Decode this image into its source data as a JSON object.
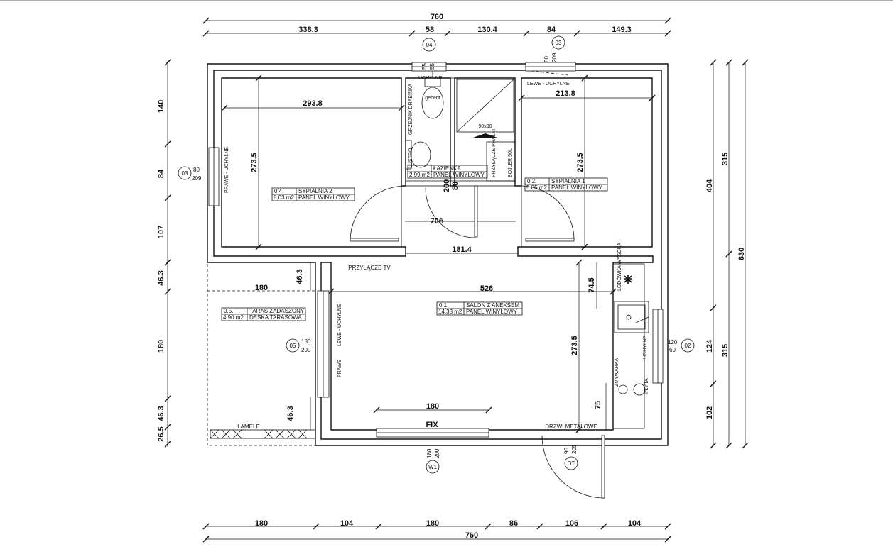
{
  "top_dims": {
    "total": "760",
    "segments": [
      "338.3",
      "58",
      "130.4",
      "84",
      "149.3"
    ]
  },
  "bottom_dims": {
    "total": "760",
    "segments": [
      "180",
      "104",
      "180",
      "86",
      "106",
      "104"
    ]
  },
  "left_dims": [
    "140",
    "84",
    "107",
    "46.3",
    "180",
    "46.3",
    "26.5"
  ],
  "right_dims": {
    "inner": [
      "404",
      "124",
      "102"
    ],
    "middle": [
      "315",
      "315"
    ],
    "outer": "630"
  },
  "rooms": [
    {
      "no": "0.4.",
      "name": "SYPIALNIA 2",
      "area": "8.03 m2",
      "floor": "PANEL WINYLOWY"
    },
    {
      "no": "",
      "name": "ŁAZIENKA",
      "area": "2.99 m2",
      "floor": "PANEL WINYLOWY"
    },
    {
      "no": "0.2.",
      "name": "SYPIALNIA 1",
      "area": "5.85 m2",
      "floor": "PANEL WINYLOWY"
    },
    {
      "no": "0.1.",
      "name": "SALON Z ANEKSEM",
      "area": "14.38 m2",
      "floor": "PANEL WINYLOWY"
    },
    {
      "no": "0.5.",
      "name": "TARAS ZADASZONY",
      "area": "4.90 m2",
      "floor": "DESKA TARASOWA"
    }
  ],
  "interior_dims": {
    "bed2_width": "293.8",
    "bed2_height": "273.5",
    "bed1_width": "213.8",
    "bed1_height": "273.5",
    "corridor": "181.4",
    "door": "70б",
    "bath_door": [
      "200",
      "80"
    ],
    "salon_width": "526",
    "salon_height": "273.5",
    "terrace_width": "180",
    "terrace_a": "46.3",
    "terrace_b": "46.3",
    "kitchen_a": "74.5",
    "kitchen_b": "75",
    "window_width": "180"
  },
  "window_tags": [
    {
      "id": "04",
      "w": "55",
      "h": "55"
    },
    {
      "id": "03",
      "w": "80",
      "h": "209"
    },
    {
      "id": "03",
      "w": "80",
      "h": "209"
    },
    {
      "id": "02",
      "w": "120",
      "h": "60"
    },
    {
      "id": "05",
      "w": "180",
      "h": "209"
    },
    {
      "id": "W1",
      "w": "180",
      "h": "200"
    },
    {
      "id": "DT",
      "w": "90",
      "h": "205"
    }
  ],
  "labels": {
    "uchylne": "UCHYLNE",
    "lewe_uchylne": "LEWE - UCHYLNE",
    "prawe_uchylne": "PRAWE - UCHYLNE",
    "lewe_uchylne_v": "LEWE - UCHYLNE",
    "prawe": "PRAWE",
    "uchylne_v": "UCHYLNE",
    "geberit": "geberit",
    "lustro": "LUSTRO",
    "grzejnik": "GRZEJNIK DRABINKA",
    "przylacze_pralki": "PRZYŁĄCZE PRALKI",
    "bojler": "BOJLER 50L",
    "shower": "90x90",
    "tv": "PRZYŁĄCZE TV",
    "lamele": "LAMELE",
    "fix": "FIX",
    "drzwi": "DRZWI METALOWE",
    "lodowka": "LODÓWKA WYSOKA",
    "plyta": "PŁYTA",
    "zmywarka": "ZMYWARKA"
  }
}
